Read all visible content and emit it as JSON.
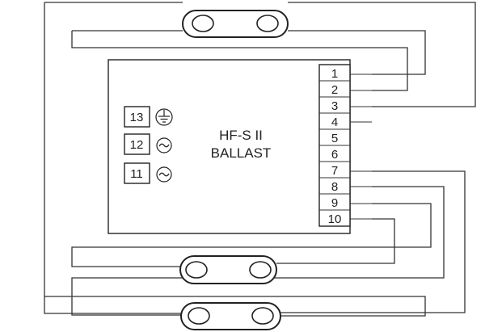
{
  "ballast": {
    "line1": "HF-S II",
    "line2": "BALLAST"
  },
  "terminals": [
    "1",
    "2",
    "3",
    "4",
    "5",
    "6",
    "7",
    "8",
    "9",
    "10"
  ],
  "supply_terminals": [
    {
      "number": "13",
      "symbol": "earth-ground-icon"
    },
    {
      "number": "12",
      "symbol": "ac-tilde-icon"
    },
    {
      "number": "11",
      "symbol": "ac-tilde-icon"
    }
  ],
  "lamps": [
    "lamp-top",
    "lamp-middle",
    "lamp-bottom"
  ],
  "colors": {
    "line": "#333333",
    "background": "#ffffff"
  }
}
